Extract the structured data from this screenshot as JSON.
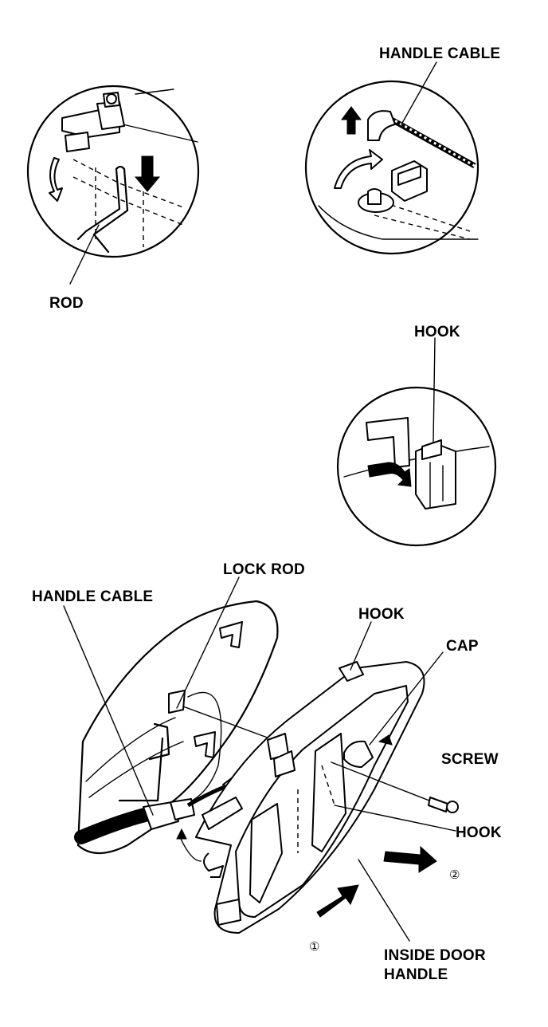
{
  "labels": {
    "rod": "ROD",
    "handle_cable_top": "HANDLE CABLE",
    "hook_top": "HOOK",
    "lock_rod": "LOCK ROD",
    "handle_cable_main": "HANDLE CABLE",
    "hook_main_top": "HOOK",
    "cap": "CAP",
    "screw": "SCREW",
    "hook_main_lower": "HOOK",
    "inside_door_handle_line1": "INSIDE DOOR",
    "inside_door_handle_line2": "HANDLE",
    "step_1": "①",
    "step_2": "②"
  },
  "icons": {
    "rod_detail": "rod-disconnect-detail-icon",
    "cable_detail": "cable-disconnect-detail-icon",
    "hook_detail": "hook-release-detail-icon",
    "door_handle_assembly": "inside-door-handle-assembly-icon"
  }
}
